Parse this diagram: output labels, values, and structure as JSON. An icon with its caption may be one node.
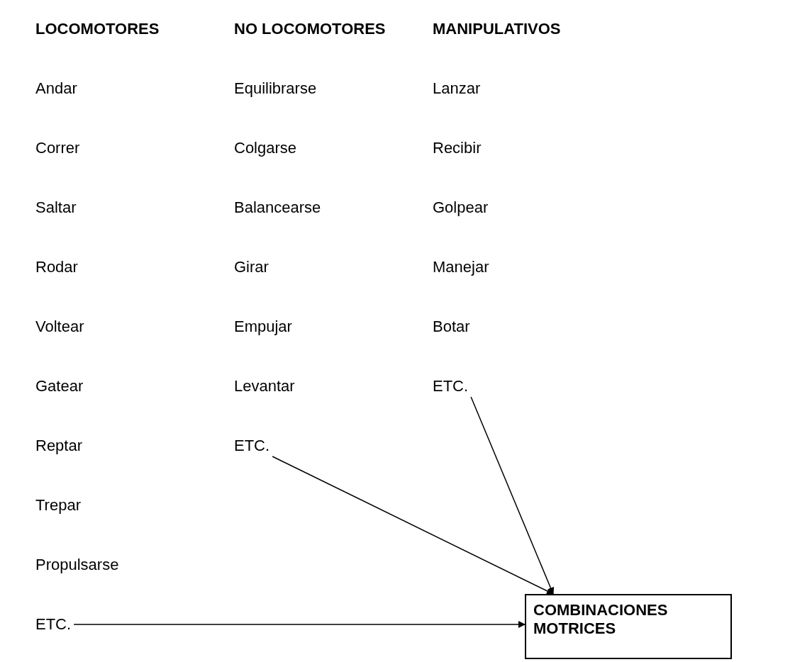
{
  "diagram": {
    "nodes": [
      {
        "text": [
          "ETC."
        ]
      },
      {
        "text": [
          "ETC."
        ]
      },
      {
        "text": [
          "ETC."
        ]
      },
      {
        "text": [
          "COMBINACIONES MOTRICES"
        ]
      }
    ],
    "edges": [
      {
        "from": 0,
        "to": 3,
        "arrow": "to"
      },
      {
        "from": 1,
        "to": 3,
        "arrow": "to"
      },
      {
        "from": 2,
        "to": 3,
        "arrow": "to"
      }
    ],
    "labels": [
      "LOCOMOTORES",
      "NO LOCOMOTORES",
      "MANIPULATIVOS",
      "Andar",
      "Equilibrarse",
      "Lanzar",
      "Correr",
      "Colgarse",
      "Recibir",
      "Saltar",
      "Balancearse",
      "Golpear",
      "Rodar",
      "Girar",
      "Manejar",
      "Voltear",
      "Empujar",
      "Botar",
      "Gatear",
      "Levantar",
      "Reptar",
      "Trepar",
      "Propulsarse"
    ]
  }
}
